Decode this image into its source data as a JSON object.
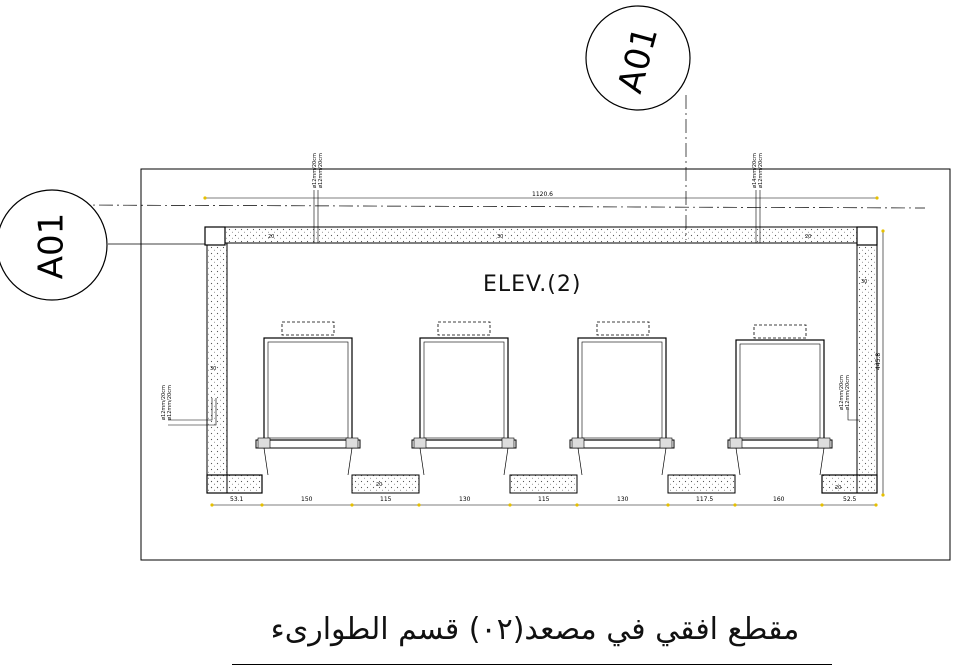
{
  "title": "مقطع افقي في مصعد(٠٢) قسم الطوارىء",
  "elevator_label": "ELEV.(2)",
  "section_markers": {
    "left": "A01",
    "top": "A01"
  },
  "dimensions": {
    "overall_width": "1120.6",
    "overall_height": "445.8",
    "bottom_segments": [
      "53.1",
      "150",
      "115",
      "130",
      "115",
      "130",
      "117.5",
      "160",
      "52.5"
    ]
  },
  "rebar_notes": {
    "left_wall": [
      "ø12mm/20cm",
      "ø12mm/20cm"
    ],
    "right_wall": [
      "ø12mm/20cm",
      "ø12mm/20cm"
    ],
    "top_wall_left": [
      "ø12mm/20cm",
      "ø12mm/20cm"
    ],
    "top_wall_right": [
      "ø14mm/20cm",
      "ø12mm/20cm"
    ]
  },
  "wall_thickness_tags": [
    "20",
    "30",
    "20",
    "30",
    "30",
    "20",
    "20"
  ]
}
